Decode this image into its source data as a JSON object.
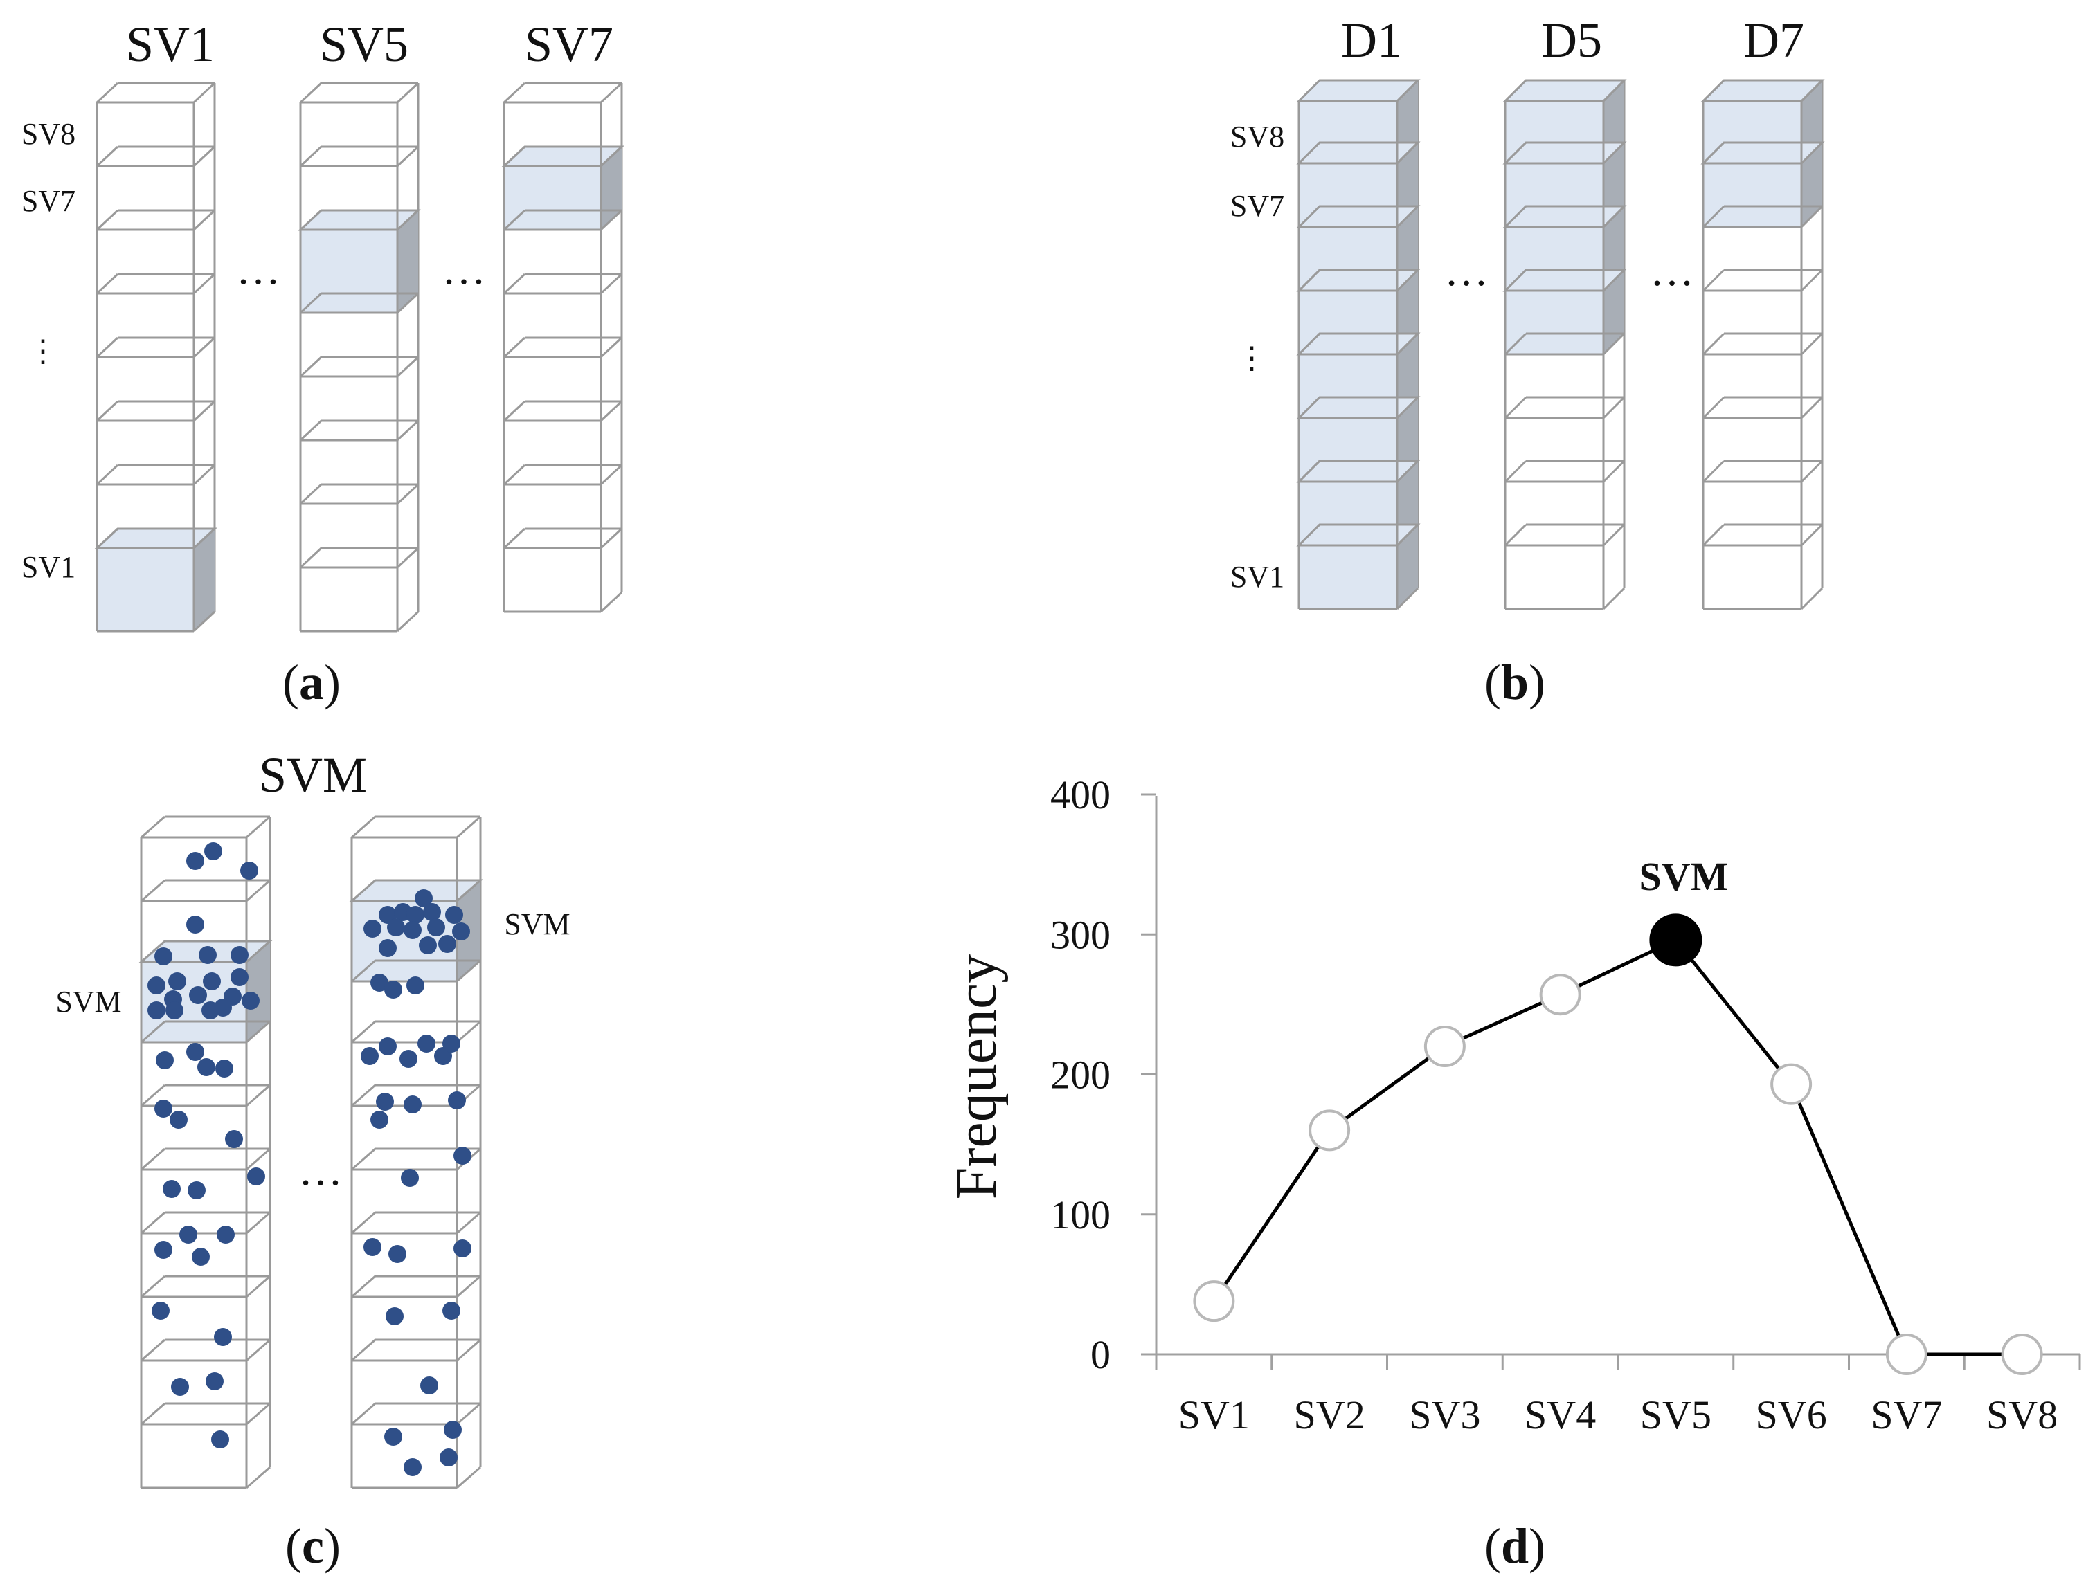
{
  "panel_a": {
    "caption_letter": "a",
    "column_titles": [
      "SV1",
      "SV5",
      "SV7"
    ],
    "row_labels": [
      "SV8",
      "SV7",
      "⋮",
      "SV1"
    ],
    "ellipsis": "…"
  },
  "panel_b": {
    "caption_letter": "b",
    "column_titles": [
      "D1",
      "D5",
      "D7"
    ],
    "row_labels": [
      "SV8",
      "SV7",
      "⋮",
      "SV1"
    ],
    "ellipsis": "…"
  },
  "panel_c": {
    "caption_letter": "c",
    "title": "SVM",
    "left_label": "SVM",
    "right_label": "SVM",
    "ellipsis": "…"
  },
  "panel_d": {
    "caption_letter": "d"
  },
  "colors": {
    "cell_fill": "#dde6f2",
    "cell_side": "#a8aeb6",
    "dot": "#2f4f88",
    "edge": "#9a9a9a"
  },
  "chart_data": {
    "type": "line",
    "categories": [
      "SV1",
      "SV2",
      "SV3",
      "SV4",
      "SV5",
      "SV6",
      "SV7",
      "SV8"
    ],
    "series": [
      {
        "values": [
          38,
          160,
          220,
          257,
          296,
          193,
          0,
          0
        ]
      }
    ],
    "highlight": {
      "index": 4,
      "label": "SVM"
    },
    "ylabel": "Frequency",
    "yticks": [
      "0",
      "100",
      "200",
      "300",
      "400"
    ],
    "ylim": [
      0,
      400
    ]
  }
}
